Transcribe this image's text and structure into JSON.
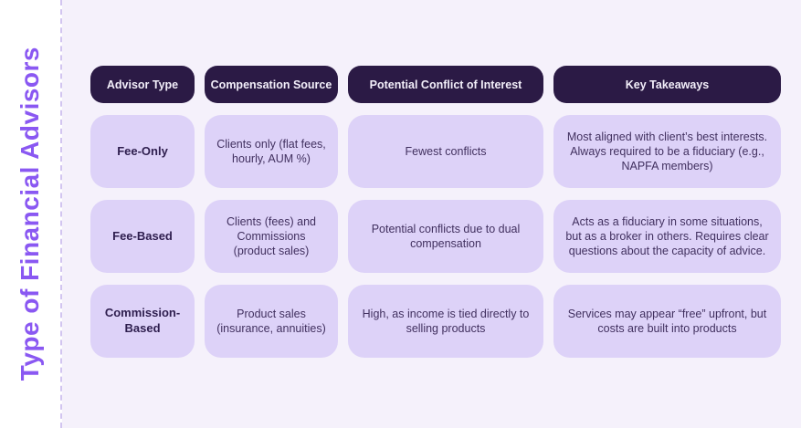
{
  "title": "Type of Financial Advisors",
  "colors": {
    "title_text": "#8a58f2",
    "header_background": "#2b1a45",
    "header_text": "#f3effa",
    "cell_background": "#ddd2f8",
    "cell_text": "#41305f",
    "canvas_background": "#f5f1fb",
    "sidebar_background": "#ffffff",
    "divider_dashed": "#d2c5f0"
  },
  "table": {
    "headers": [
      "Advisor Type",
      "Compensation Source",
      "Potential Conflict of Interest",
      "Key Takeaways"
    ],
    "rows": [
      {
        "cells": [
          "Fee-Only",
          "Clients only (flat fees, hourly, AUM %)",
          "Fewest conflicts",
          "Most aligned with client’s best interests. Always required to be a fiduciary (e.g., NAPFA members)"
        ]
      },
      {
        "cells": [
          "Fee-Based",
          "Clients (fees) and Commissions (product sales)",
          "Potential conflicts due to dual compensation",
          "Acts as a fiduciary in some situations, but as a broker in others. Requires clear questions about the capacity of advice."
        ]
      },
      {
        "cells": [
          "Commission-Based",
          "Product sales (insurance, annuities)",
          "High, as income is tied directly to selling products",
          "Services may appear “free” upfront, but costs are built into products"
        ]
      }
    ]
  }
}
